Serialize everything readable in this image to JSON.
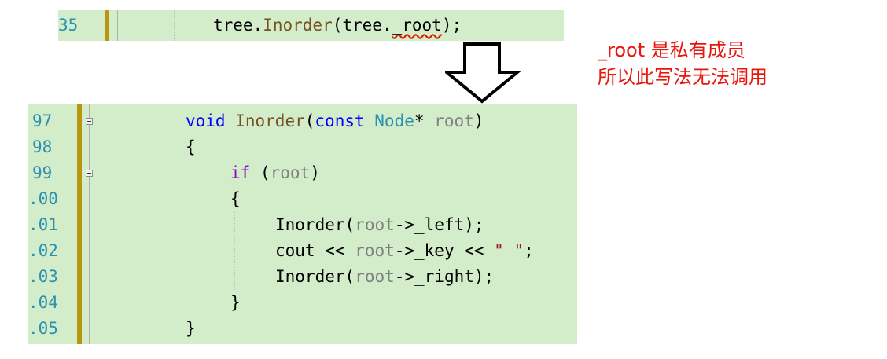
{
  "top_snippet": {
    "line_number": "35",
    "code": {
      "a": "tree.",
      "b": "Inorder",
      "c": "(tree.",
      "d": "_root",
      "e": ");"
    }
  },
  "main_snippet": {
    "line_numbers": [
      "97",
      "98",
      "99",
      ".00",
      ".01",
      ".02",
      ".03",
      ".04",
      ".05"
    ],
    "lines": {
      "l97": {
        "kw_void": "void",
        "fn": "Inorder",
        "p1": "(",
        "kw_const": "const",
        "type": "Node",
        "star": "*",
        "param": "root",
        "p2": ")"
      },
      "l98": {
        "text": "{"
      },
      "l99": {
        "kw_if": "if",
        "p1": "(",
        "param": "root",
        "p2": ")"
      },
      "l100": {
        "text": "{"
      },
      "l101": {
        "fn": "Inorder",
        "p1": "(",
        "param": "root",
        "rest": "->_left);"
      },
      "l102": {
        "a": "cout << ",
        "param": "root",
        "b": "->_key << ",
        "str": "\" \"",
        "c": ";"
      },
      "l103": {
        "fn": "Inorder",
        "p1": "(",
        "param": "root",
        "rest": "->_right);"
      },
      "l104": {
        "text": "}"
      },
      "l105": {
        "text": "}"
      }
    }
  },
  "annotation": {
    "line1": "_root 是私有成员",
    "line2": "所以此写法无法调用"
  },
  "colors": {
    "code_background": "#d3ecca",
    "line_number": "#2b91af",
    "change_bar": "#b8960e",
    "keyword": "#0000ff",
    "keyword_control": "#8f08c4",
    "function": "#74531f",
    "type": "#2b91af",
    "parameter": "#808080",
    "string": "#a31515",
    "annotation": "#e8160c"
  },
  "icons": [
    "down-arrow-icon",
    "collapse-icon"
  ]
}
